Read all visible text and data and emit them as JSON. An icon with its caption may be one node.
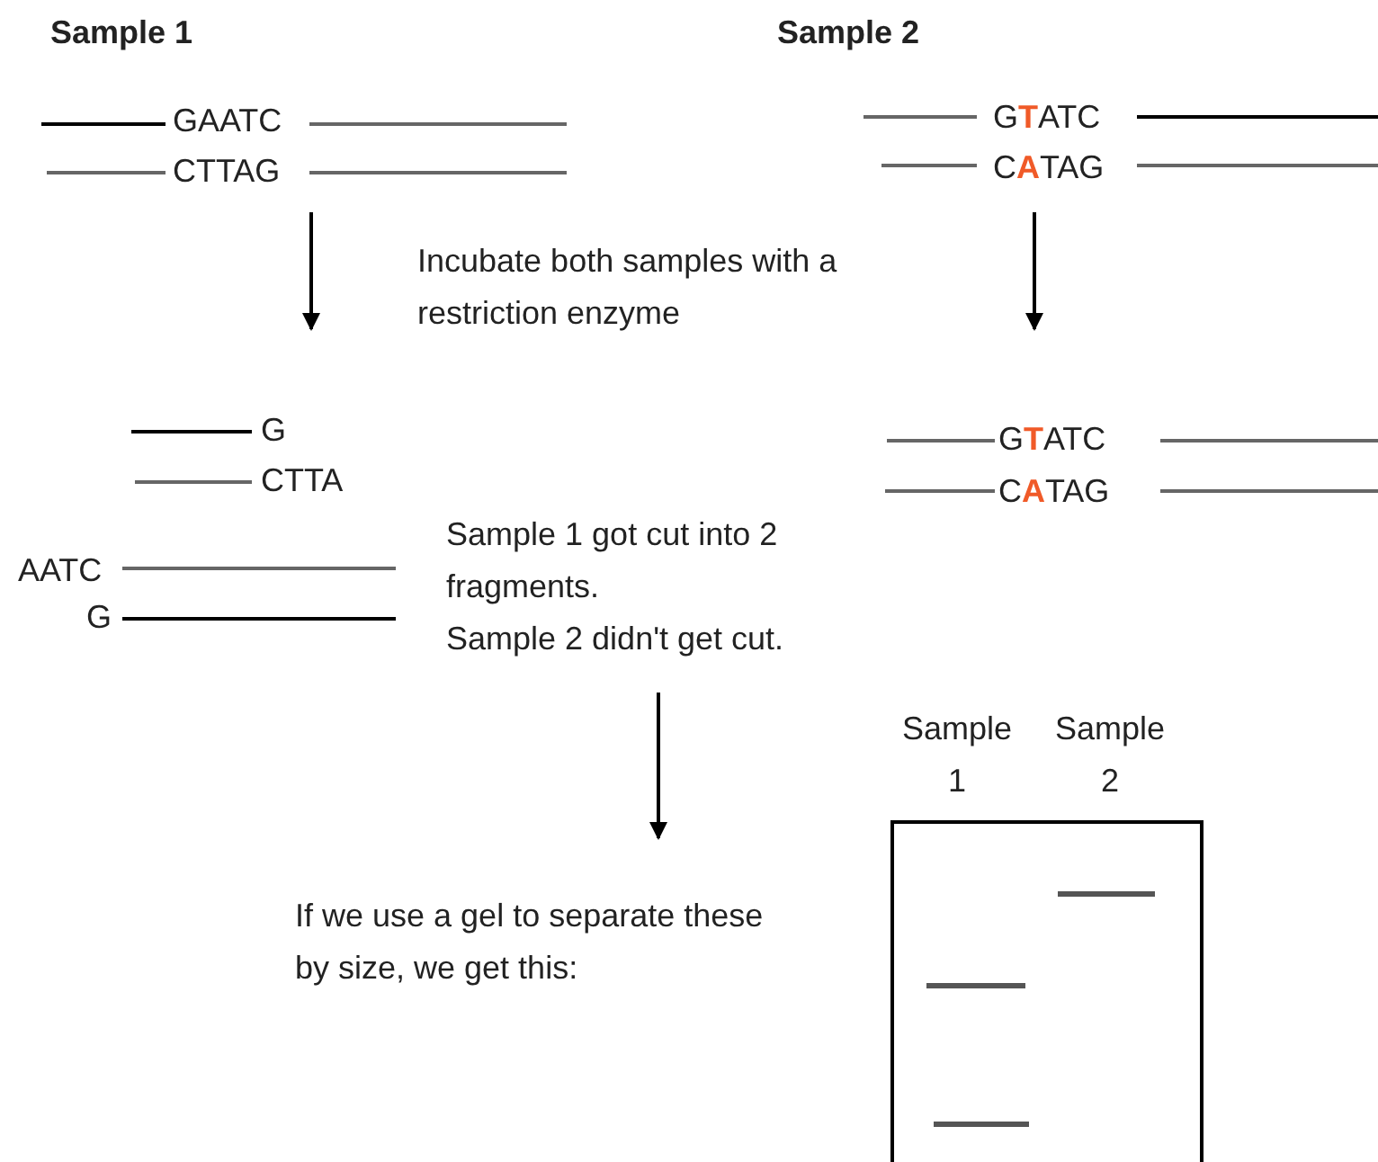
{
  "diagram": {
    "labels": [
      "Sample 1",
      "Sample 2",
      "GAATC",
      "CTTAG",
      "G**T**ATC",
      "C**A**TAG",
      "Incubate both samples with a restriction enzyme",
      "G",
      "CTTA",
      "G**T**ATC",
      "C**A**TAG",
      "AATC",
      "G",
      "Sample 1 got cut into 2 fragments.",
      "Sample 2 didn't get cut.",
      "If we use a gel to separate these by size, we get this:",
      "Sample 1",
      "Sample 2"
    ]
  }
}
